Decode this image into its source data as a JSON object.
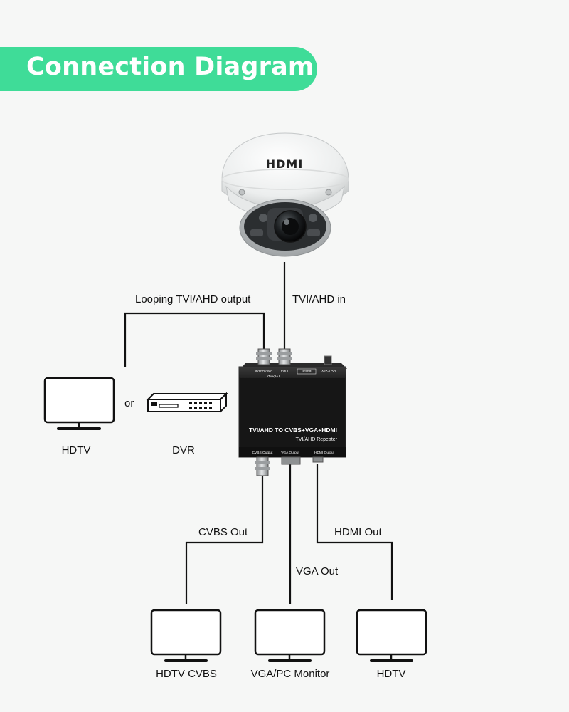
{
  "header": {
    "title": "Connection Diagram"
  },
  "camera": {
    "brand_text": "HDMI"
  },
  "device": {
    "title": "TVI/AHD TO CVBS+VGA+HDMI",
    "subtitle": "TVI/AHD Repeater",
    "port_loop": "Loop Output",
    "port_input": "Input",
    "port_group": "TVI/AHD",
    "port_button": "Button",
    "port_dc": "DC 9-24V",
    "out_cvbs": "CVBS Output",
    "out_vga": "VGA Output",
    "out_hdmi": "HDMI Output"
  },
  "connections": {
    "looping": "Looping TVI/AHD output",
    "tvi_in": "TVI/AHD in",
    "cvbs_out": "CVBS Out",
    "vga_out": "VGA Out",
    "hdmi_out": "HDMI Out"
  },
  "left_targets": {
    "hdtv": "HDTV",
    "or": "or",
    "dvr": "DVR"
  },
  "outputs": {
    "hdtv_cvbs": "HDTV CVBS",
    "vga_monitor": "VGA/PC Monitor",
    "hdtv": "HDTV"
  },
  "colors": {
    "accent": "#3fdc98",
    "device": "#1a1a1a",
    "background": "#f6f7f6"
  }
}
